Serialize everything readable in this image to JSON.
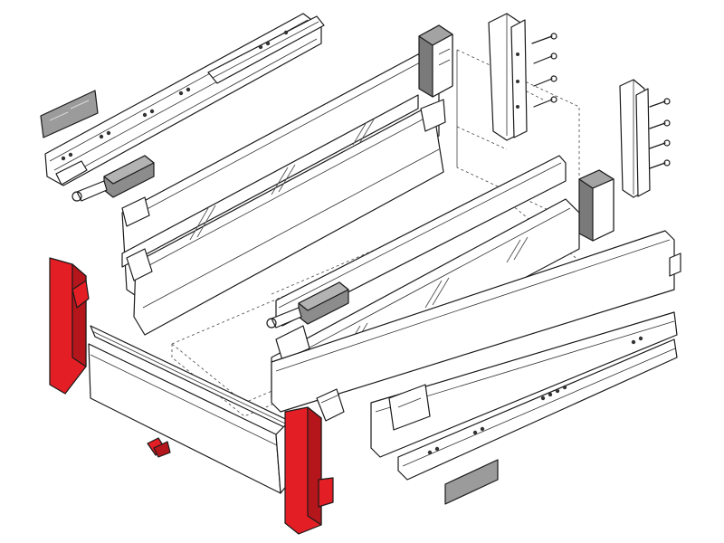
{
  "colors": {
    "line": "#1a1a1a",
    "panel_fill": "#ffffff",
    "panel_shade": "#e6e6e6",
    "grey_part": "#9b9b9b",
    "grey_part_dark": "#6f6f6f",
    "red_part": "#e31e24",
    "red_part_dark": "#b5161b",
    "background": "#ffffff"
  },
  "parts": [
    {
      "id": "left-runner-rail",
      "color": "line"
    },
    {
      "id": "left-runner-label-plate",
      "color": "grey_part"
    },
    {
      "id": "left-side-panel-glass",
      "color": "line"
    },
    {
      "id": "left-rear-connector",
      "color": "grey_part"
    },
    {
      "id": "left-front-fixing-bracket",
      "color": "red_part"
    },
    {
      "id": "front-panel-rail",
      "color": "line"
    },
    {
      "id": "front-panel",
      "color": "line"
    },
    {
      "id": "front-center-clip",
      "color": "red_part"
    },
    {
      "id": "right-front-fixing-bracket",
      "color": "red_part"
    },
    {
      "id": "rear-mounting-bracket-left",
      "color": "line"
    },
    {
      "id": "rear-mounting-bracket-right",
      "color": "line"
    },
    {
      "id": "screws-left",
      "count": 4
    },
    {
      "id": "screws-right",
      "count": 4
    },
    {
      "id": "right-rear-connector",
      "color": "grey_part"
    },
    {
      "id": "back-panel",
      "color": "line"
    },
    {
      "id": "right-side-panel-glass",
      "color": "line"
    },
    {
      "id": "right-side-profile",
      "color": "line"
    },
    {
      "id": "right-runner-rail",
      "color": "line"
    },
    {
      "id": "right-runner-label-plate",
      "color": "grey_part"
    },
    {
      "id": "soft-close-unit-left",
      "color": "grey_part"
    },
    {
      "id": "soft-close-unit-right",
      "color": "grey_part"
    },
    {
      "id": "drawer-bottom-outline",
      "style": "dashed"
    },
    {
      "id": "cabinet-outline",
      "style": "dashed"
    }
  ]
}
